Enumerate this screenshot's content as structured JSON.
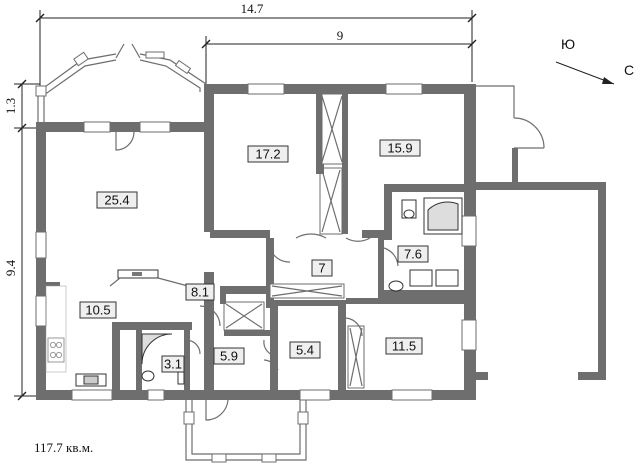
{
  "dimensions": {
    "total_width": "14.7",
    "right_width": "9",
    "height": "9.4",
    "bay_offset": "1.3"
  },
  "compass": {
    "south": "Ю",
    "north": "С"
  },
  "rooms": [
    {
      "id": "living",
      "area": "25.4"
    },
    {
      "id": "bedroom1",
      "area": "17.2"
    },
    {
      "id": "bedroom2",
      "area": "15.9"
    },
    {
      "id": "hall",
      "area": "8.1"
    },
    {
      "id": "corridor",
      "area": "7"
    },
    {
      "id": "bathroom",
      "area": "7.6"
    },
    {
      "id": "kitchen",
      "area": "10.5"
    },
    {
      "id": "wc",
      "area": "3.1"
    },
    {
      "id": "entry",
      "area": "5.9"
    },
    {
      "id": "storage",
      "area": "5.4"
    },
    {
      "id": "bedroom3",
      "area": "11.5"
    }
  ],
  "total_area": "117.7 кв.м."
}
